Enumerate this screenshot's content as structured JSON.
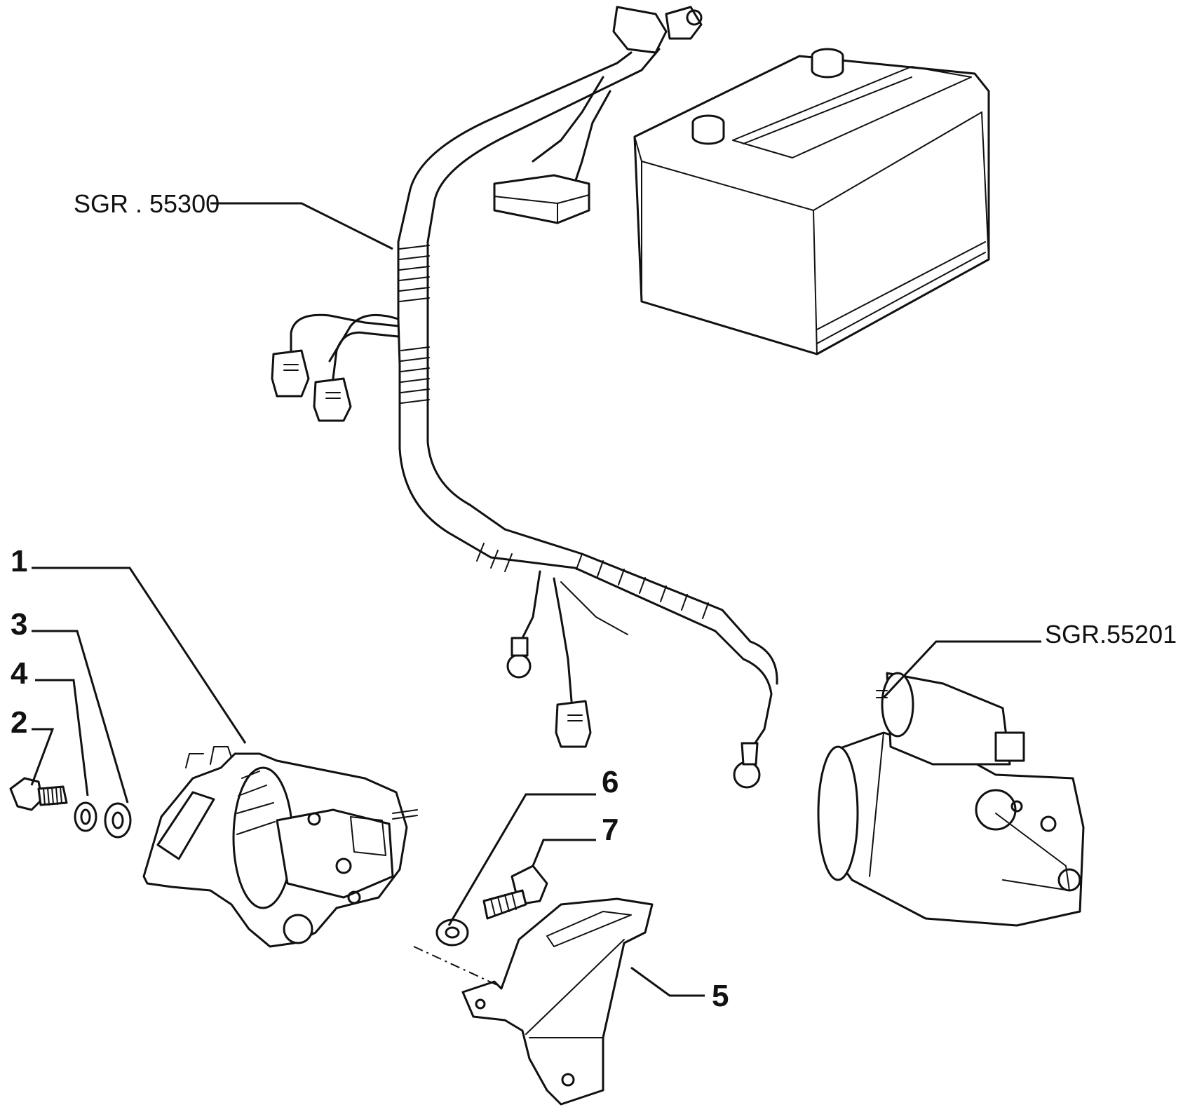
{
  "diagram": {
    "references": {
      "harness": "SGR . 55300",
      "starter": "SGR.55201"
    },
    "callouts": {
      "alternator": "1",
      "bolt": "2",
      "washer_flat": "3",
      "washer_spring": "4",
      "bracket": "5",
      "washer_small": "6",
      "bolt_small": "7"
    }
  }
}
